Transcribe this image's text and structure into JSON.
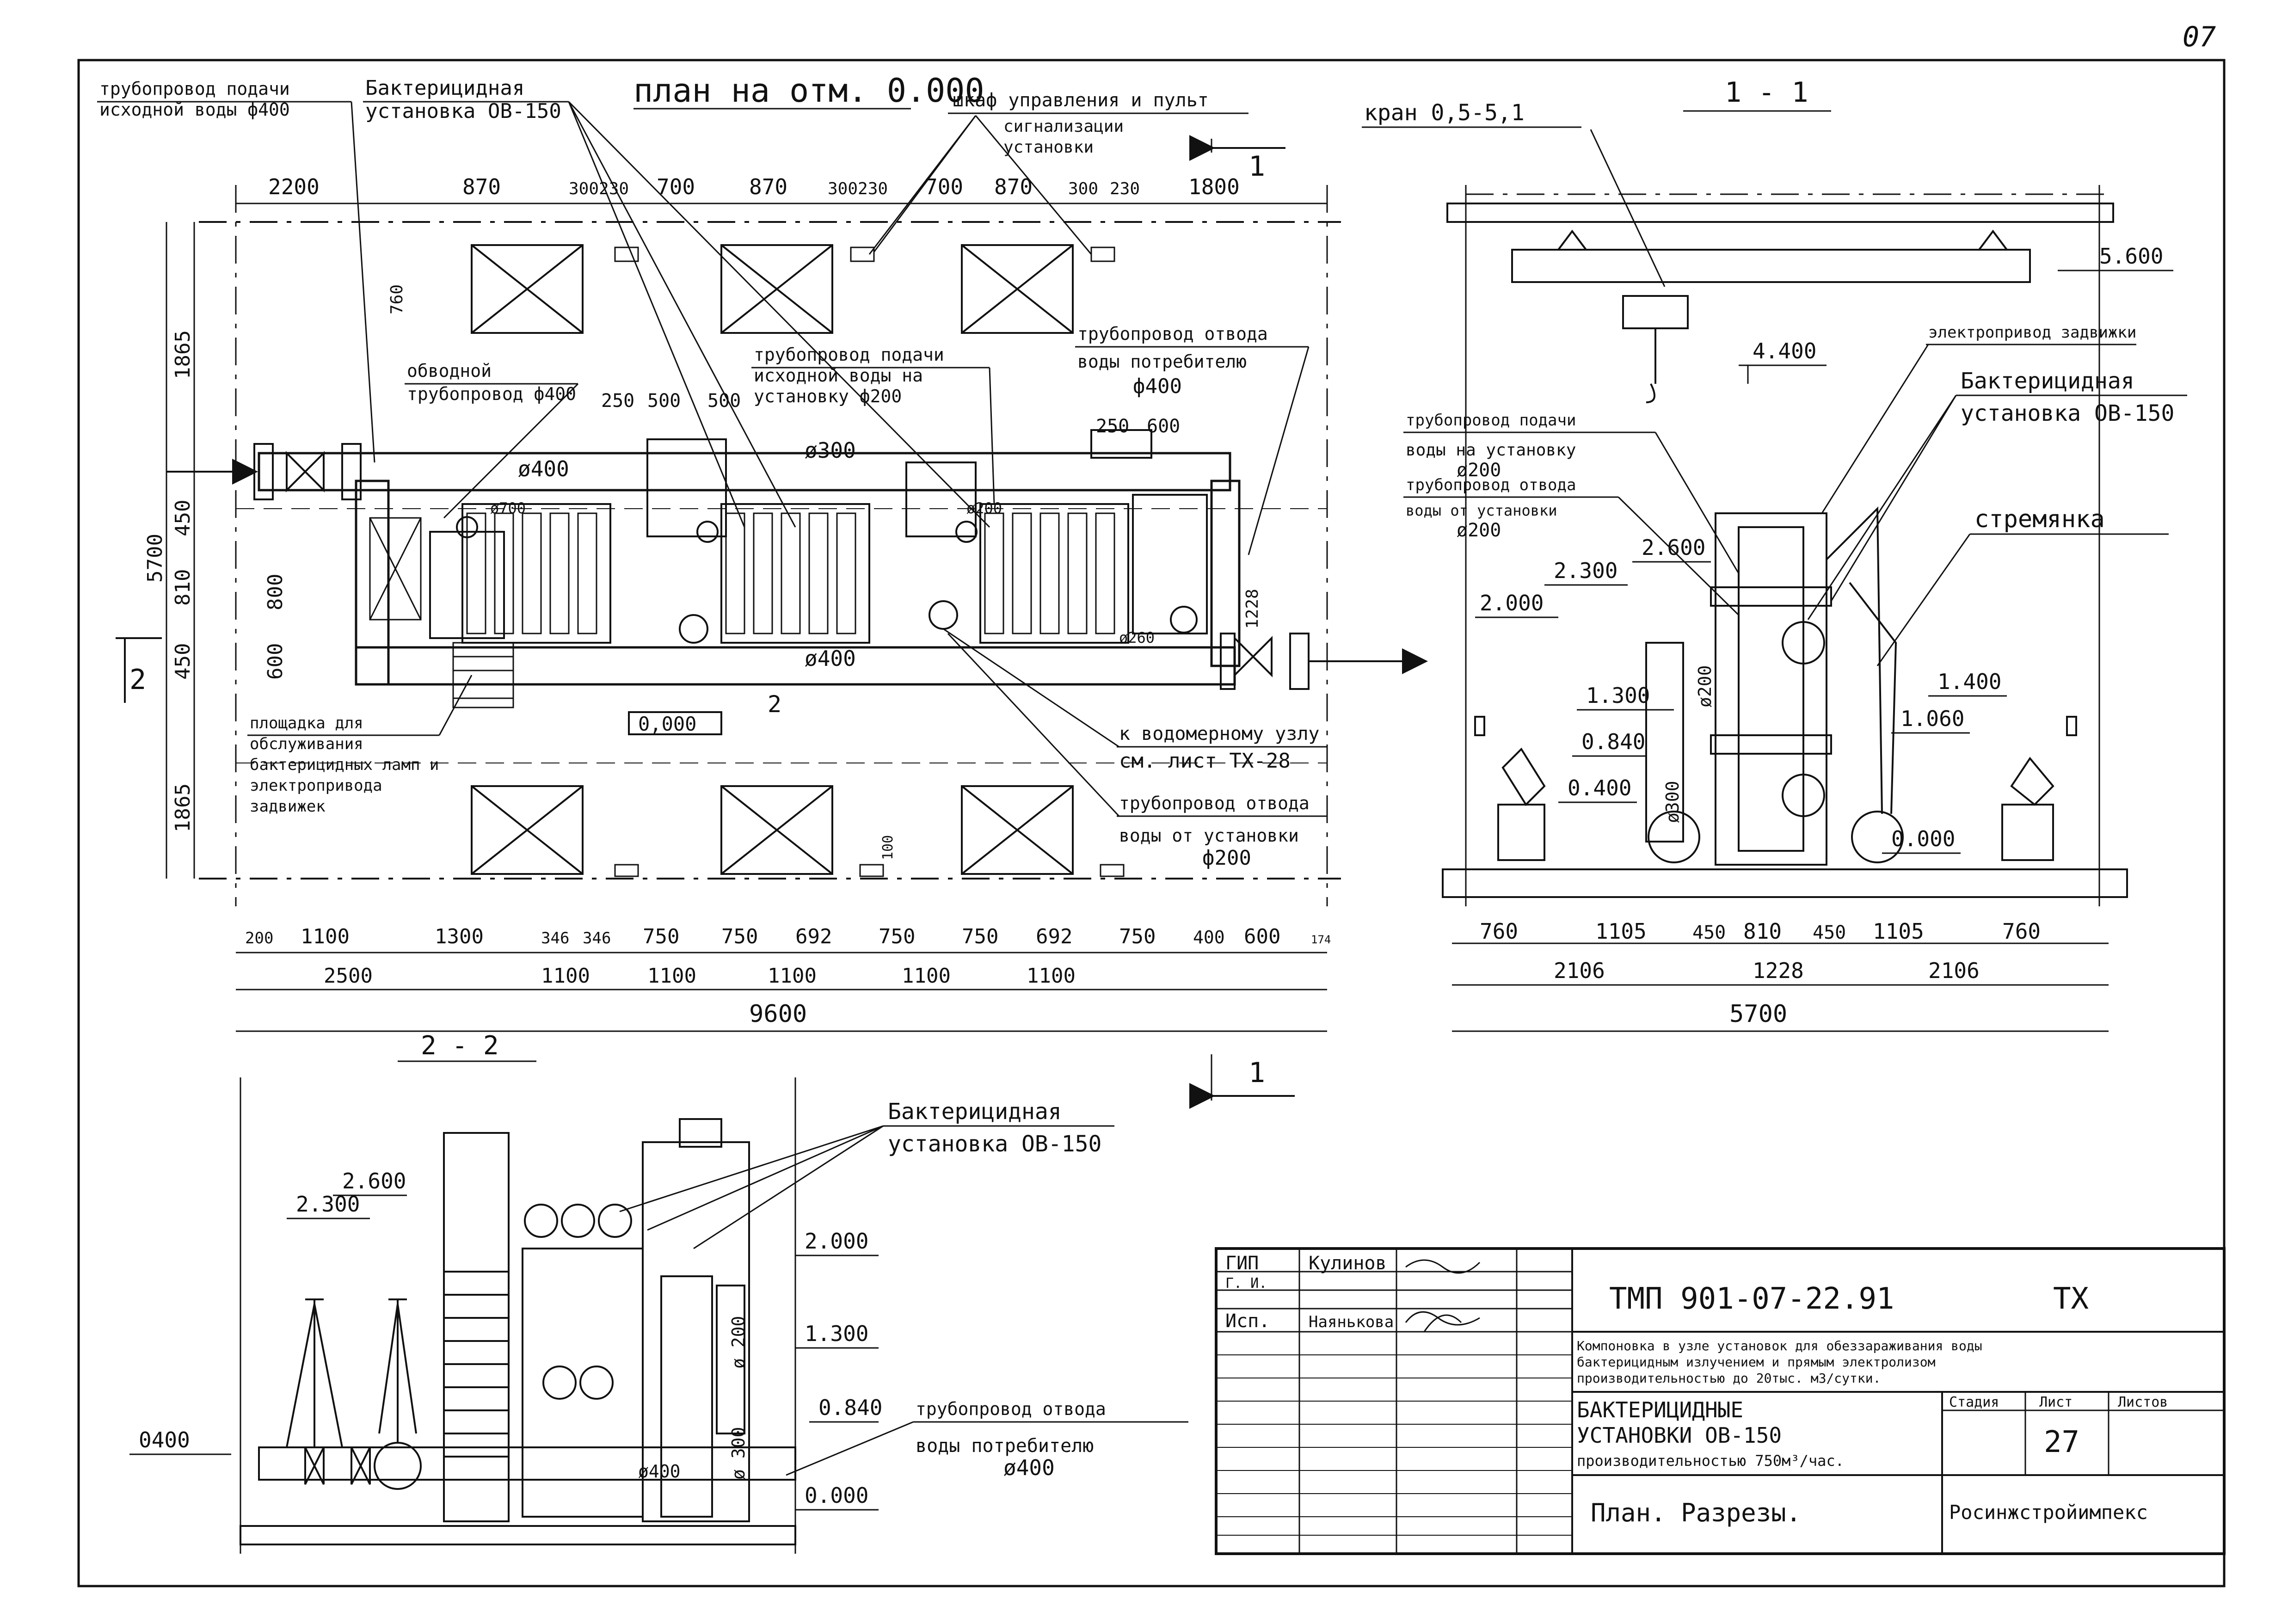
{
  "sheet": {
    "corner_mark": "07"
  },
  "plan": {
    "title": "план на отм. 0.000",
    "labels": {
      "supply_pipe": [
        "трубопровод подачи",
        "исходной воды ф400"
      ],
      "bact_unit": [
        "Бактерицидная",
        "установка ОВ-150"
      ],
      "control_cabinet": [
        "шкаф управления и пульт",
        "сигнализации",
        "установки"
      ],
      "crane": "кран 0,5-5,1",
      "bypass": [
        "обводной",
        "трубопровод ф400"
      ],
      "supply_to_unit": [
        "трубопровод подачи",
        "исходной воды на",
        "установку ф200"
      ],
      "outlet_consumer": [
        "трубопровод отвода",
        "воды потребителю",
        "ф400"
      ],
      "platform": [
        "площадка для",
        "обслуживания",
        "бактерицидных ламп и",
        "электропривода",
        "задвижек"
      ],
      "water_meter": [
        "к водомерному узлу",
        "см. лист ТХ-28"
      ],
      "outlet_unit": [
        "трубопровод отвода",
        "воды от установки",
        "ф200"
      ],
      "elev_zero": "0,000",
      "d400_top": "ø400",
      "d400_bottom": "ø400",
      "d300": "ø300",
      "d200": "ø200",
      "d260": "ø260",
      "d700": "ø700",
      "section_mark_1": "1",
      "section_mark_2": "2",
      "section_mark_2b": "2"
    },
    "dims_top": [
      "2200",
      "870",
      "300230",
      "700",
      "870",
      "300230",
      "700",
      "870",
      "300",
      "230",
      "1800"
    ],
    "dims_left": [
      "1865",
      "450",
      "810",
      "450",
      "1865"
    ],
    "dim_total_left": "5700",
    "dims_inner_left": [
      "800",
      "600"
    ],
    "dims_small": [
      "760",
      "250",
      "500",
      "500",
      "250",
      "600",
      "1228",
      "100"
    ],
    "dims_bottom_row1": [
      "200",
      "1100",
      "1300",
      "346",
      "346",
      "750",
      "750",
      "692",
      "750",
      "750",
      "692",
      "750",
      "400",
      "600",
      "174"
    ],
    "dims_bottom_row2": [
      "2500",
      "1100",
      "1100",
      "1100",
      "1100",
      "1100"
    ],
    "dim_total_bottom": "9600"
  },
  "section11": {
    "title": "1 - 1",
    "labels": {
      "elev_5600": "5.600",
      "elev_4400": "4.400",
      "elev_2600": "2.600",
      "elev_2300": "2.300",
      "elev_2000": "2.000",
      "elev_1300": "1.300",
      "elev_0840": "0.840",
      "elev_0400": "0.400",
      "elev_0000": "0.000",
      "elev_1400": "1.400",
      "elev_1060": "1.060",
      "valve_drive": "электропривод задвижки",
      "bact_unit": [
        "Бактерицидная",
        "установка ОВ-150"
      ],
      "ladder": "стремянка",
      "supply_pipe": [
        "трубопровод подачи",
        "воды на установку",
        "ø200"
      ],
      "outlet_pipe": [
        "трубопровод отвода",
        "воды от установки",
        "ø200"
      ],
      "d200v": "ø200",
      "d300v": "ø300"
    },
    "dims_row1": [
      "760",
      "1105",
      "450",
      "810",
      "450",
      "1105",
      "760"
    ],
    "dims_row2": [
      "2106",
      "1228",
      "2106"
    ],
    "dim_total": "5700"
  },
  "section22": {
    "title": "2 - 2",
    "labels": {
      "bact_unit": [
        "Бактерицидная",
        "установка ОВ-150"
      ],
      "elev_2600": "2.600",
      "elev_2300": "2.300",
      "elev_2000": "2.000",
      "elev_1300": "1.300",
      "elev_0840": "0.840",
      "elev_0000": "0.000",
      "elev_0400": "0400",
      "outlet_consumer": [
        "трубопровод отвода",
        "воды потребителю",
        "ø400"
      ],
      "d200v": "ø 200",
      "d300v": "ø 300",
      "d400h": "ø400"
    }
  },
  "title_block": {
    "roles": [
      "ГИП",
      "Г. И.",
      "Исп."
    ],
    "names": [
      "Кулинов",
      "",
      "Наянькова"
    ],
    "code": "ТМП  901-07-22.91",
    "mark": "ТХ",
    "description": [
      "Компоновка в узле установок для обеззараживания воды",
      "бактерицидным излучением и прямым электролизом",
      "производительностью до 20тыс. м3/сутки."
    ],
    "subject": [
      "БАКТЕРИЦИДНЫЕ",
      "УСТАНОВКИ ОВ-150",
      "производительностью 750м³/час."
    ],
    "stage_label": "Стадия",
    "sheet_label": "Лист",
    "sheets_label": "Листов",
    "stage_value": "",
    "sheet_value": "27",
    "sheets_value": "",
    "sheet_name": "План. Разрезы.",
    "organization": "Росинжстройимпекс"
  }
}
